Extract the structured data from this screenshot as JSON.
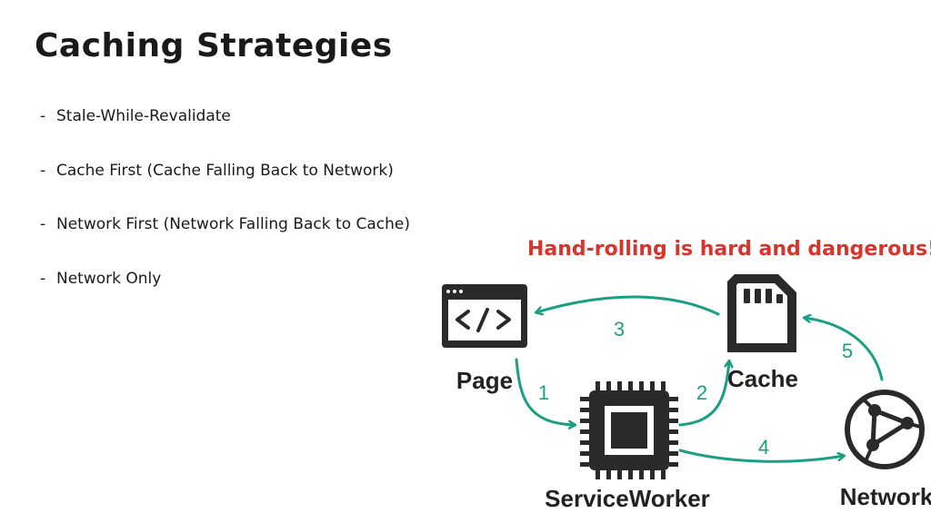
{
  "slide": {
    "title": "Caching Strategies",
    "bullets": [
      "Stale-While-Revalidate",
      "Cache First (Cache Falling Back to Network)",
      "Network First (Network Falling Back to Cache)",
      "Network Only"
    ],
    "warning": "Hand-rolling is hard and dangerous!"
  },
  "diagram": {
    "nodes": {
      "page": {
        "label": "Page",
        "icon": "code-window-icon"
      },
      "serviceworker": {
        "label": "ServiceWorker",
        "icon": "chip-icon"
      },
      "cache": {
        "label": "Cache",
        "icon": "sd-card-icon"
      },
      "network": {
        "label": "Network",
        "icon": "network-globe-icon"
      }
    },
    "edges": [
      {
        "from": "page",
        "to": "serviceworker",
        "label": "1"
      },
      {
        "from": "serviceworker",
        "to": "cache",
        "label": "2"
      },
      {
        "from": "cache",
        "to": "page",
        "label": "3"
      },
      {
        "from": "serviceworker",
        "to": "network",
        "label": "4"
      },
      {
        "from": "network",
        "to": "cache",
        "label": "5"
      }
    ],
    "colors": {
      "arrow": "#1a9e84",
      "icon": "#2a2a2a",
      "warning": "#d9342b"
    }
  }
}
